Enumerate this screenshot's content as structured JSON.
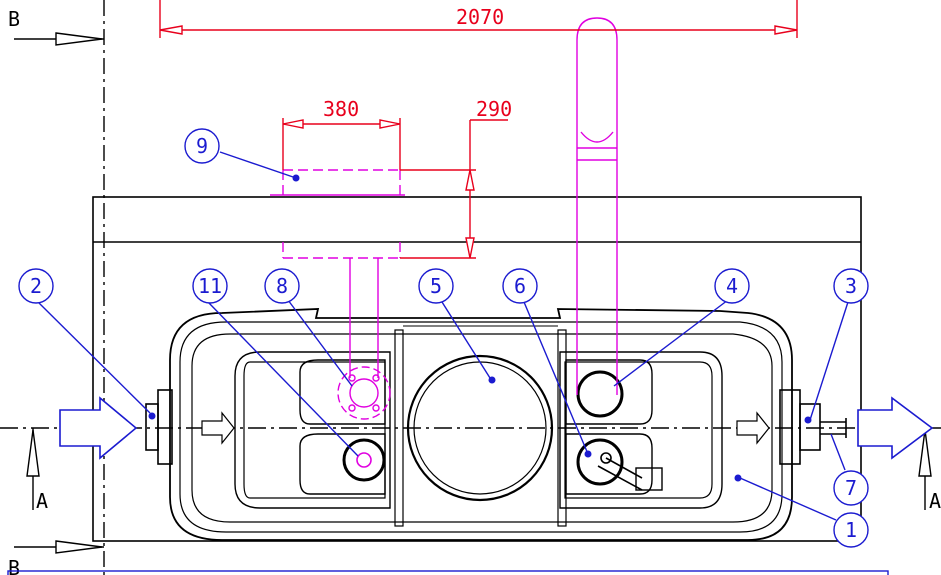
{
  "colors": {
    "outline": "#000000",
    "dimension": "#e8001c",
    "leader": "#1b1bd0",
    "hidden": "#e000e0",
    "arrow_fill": "#ffffff"
  },
  "dimensions": {
    "overall_width": "2070",
    "module_width": "380",
    "module_height": "290"
  },
  "section_labels": {
    "b_top": "B",
    "b_bottom": "B",
    "a_left": "A",
    "a_right": "A"
  },
  "callouts": [
    {
      "id": "1",
      "label": "1"
    },
    {
      "id": "2",
      "label": "2"
    },
    {
      "id": "3",
      "label": "3"
    },
    {
      "id": "4",
      "label": "4"
    },
    {
      "id": "5",
      "label": "5"
    },
    {
      "id": "6",
      "label": "6"
    },
    {
      "id": "7",
      "label": "7"
    },
    {
      "id": "8",
      "label": "8"
    },
    {
      "id": "9",
      "label": "9"
    },
    {
      "id": "11",
      "label": "11"
    }
  ]
}
